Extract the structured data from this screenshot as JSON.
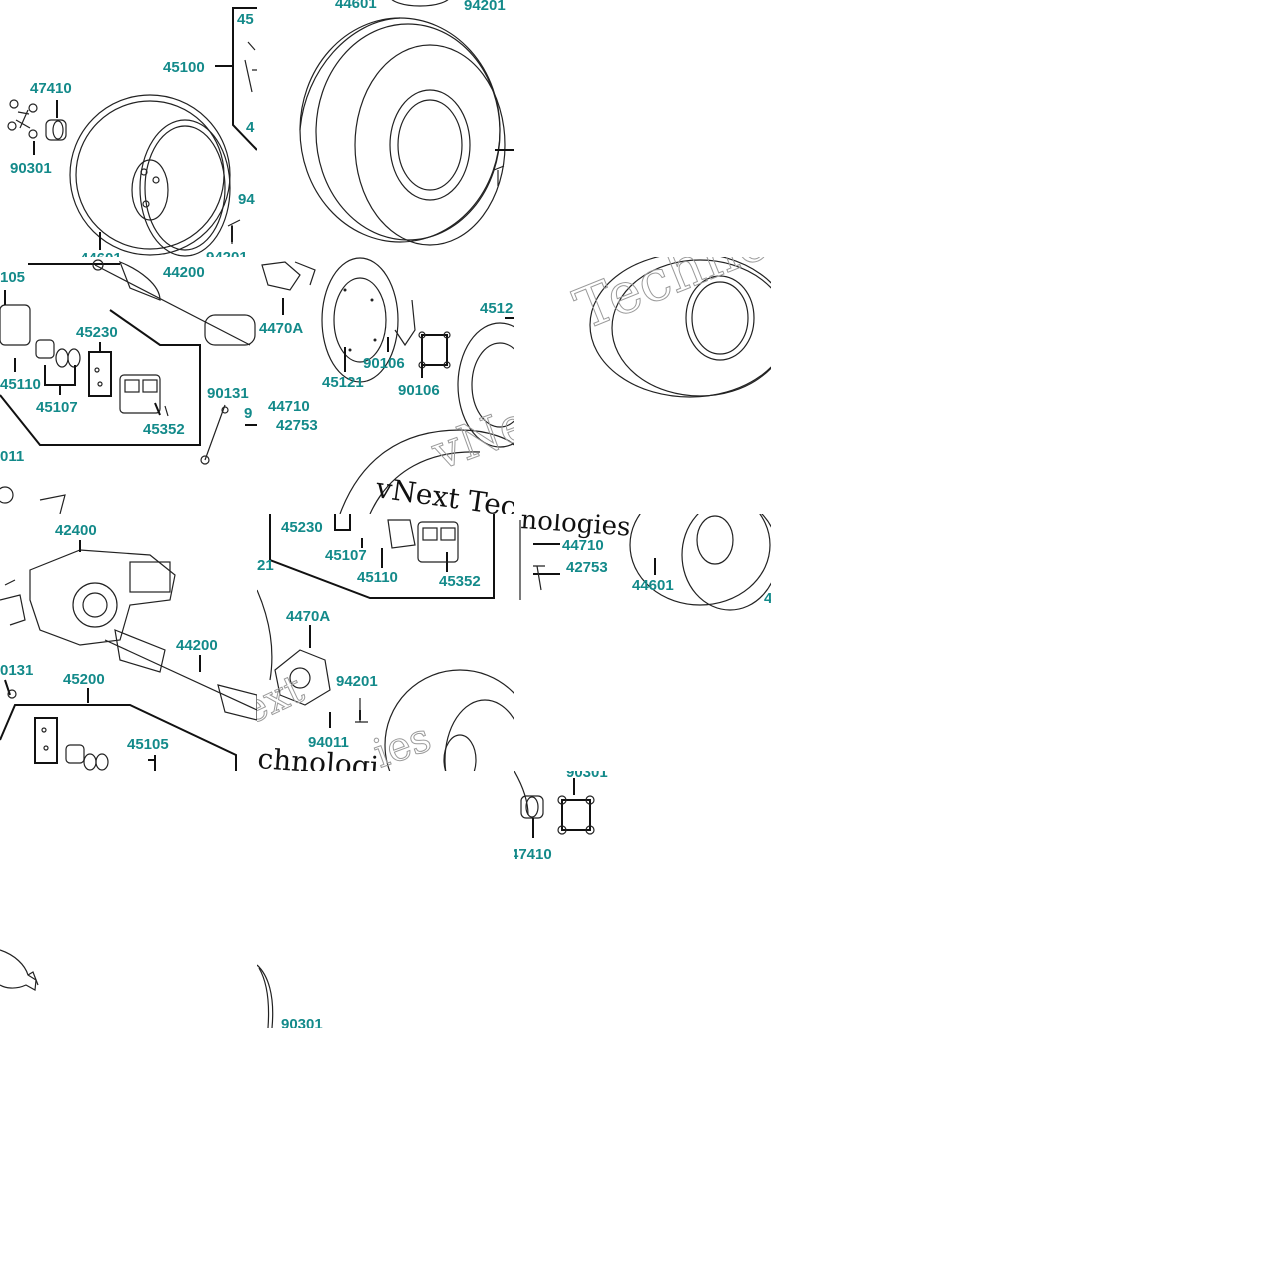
{
  "tiles": [
    {
      "id": "tile-r0c0",
      "labels": [
        "45100",
        "47410",
        "90301",
        "44601",
        "45",
        "4",
        "94",
        "94201"
      ]
    },
    {
      "id": "tile-r0c1",
      "labels": [
        "44601",
        "94201"
      ]
    },
    {
      "id": "tile-r1c0",
      "labels": [
        "105",
        "44200",
        "45230",
        "45110",
        "45107",
        "90131",
        "45352",
        "9",
        "011"
      ]
    },
    {
      "id": "tile-r1c1",
      "labels": [
        "4470A",
        "45121",
        "90106",
        "90106",
        "4512",
        "44710",
        "42753"
      ],
      "watermark": [
        "vNext Tec",
        "vNe"
      ]
    },
    {
      "id": "tile-r1c2",
      "watermark": [
        "Techno"
      ]
    },
    {
      "id": "tile-r2c0",
      "labels": [
        "42400",
        "44200",
        "0131",
        "45200",
        "45105"
      ]
    },
    {
      "id": "tile-r2c1",
      "labels": [
        "45230",
        "45107",
        "45110",
        "45352",
        "21",
        "4470A",
        "94201",
        "94011"
      ],
      "watermark": [
        "chnologi",
        "ext",
        "ies"
      ]
    },
    {
      "id": "tile-r2c2",
      "labels": [
        "44710",
        "42753",
        "44601",
        "4"
      ],
      "watermark": [
        "nologies"
      ]
    },
    {
      "id": "tile-r3c1",
      "labels": [
        "90301"
      ]
    },
    {
      "id": "tile-r3c2",
      "labels": [
        "90301",
        "47410"
      ]
    }
  ]
}
